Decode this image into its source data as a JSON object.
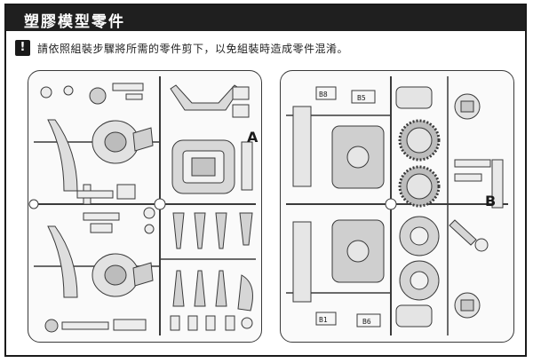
{
  "header": {
    "title": "塑膠模型零件"
  },
  "notice": {
    "icon": "exclamation-icon",
    "text": "請依照組裝步驟將所需的零件剪下，以免組裝時造成零件混淆。"
  },
  "sprue_a": {
    "letter": "A"
  },
  "sprue_b": {
    "letter": "B",
    "tags": [
      "B8",
      "B5",
      "B1",
      "B6"
    ]
  },
  "colors": {
    "ink": "#1a1a1a",
    "part_fill": "#e9e9e9",
    "part_dark": "#bdbdbd"
  }
}
